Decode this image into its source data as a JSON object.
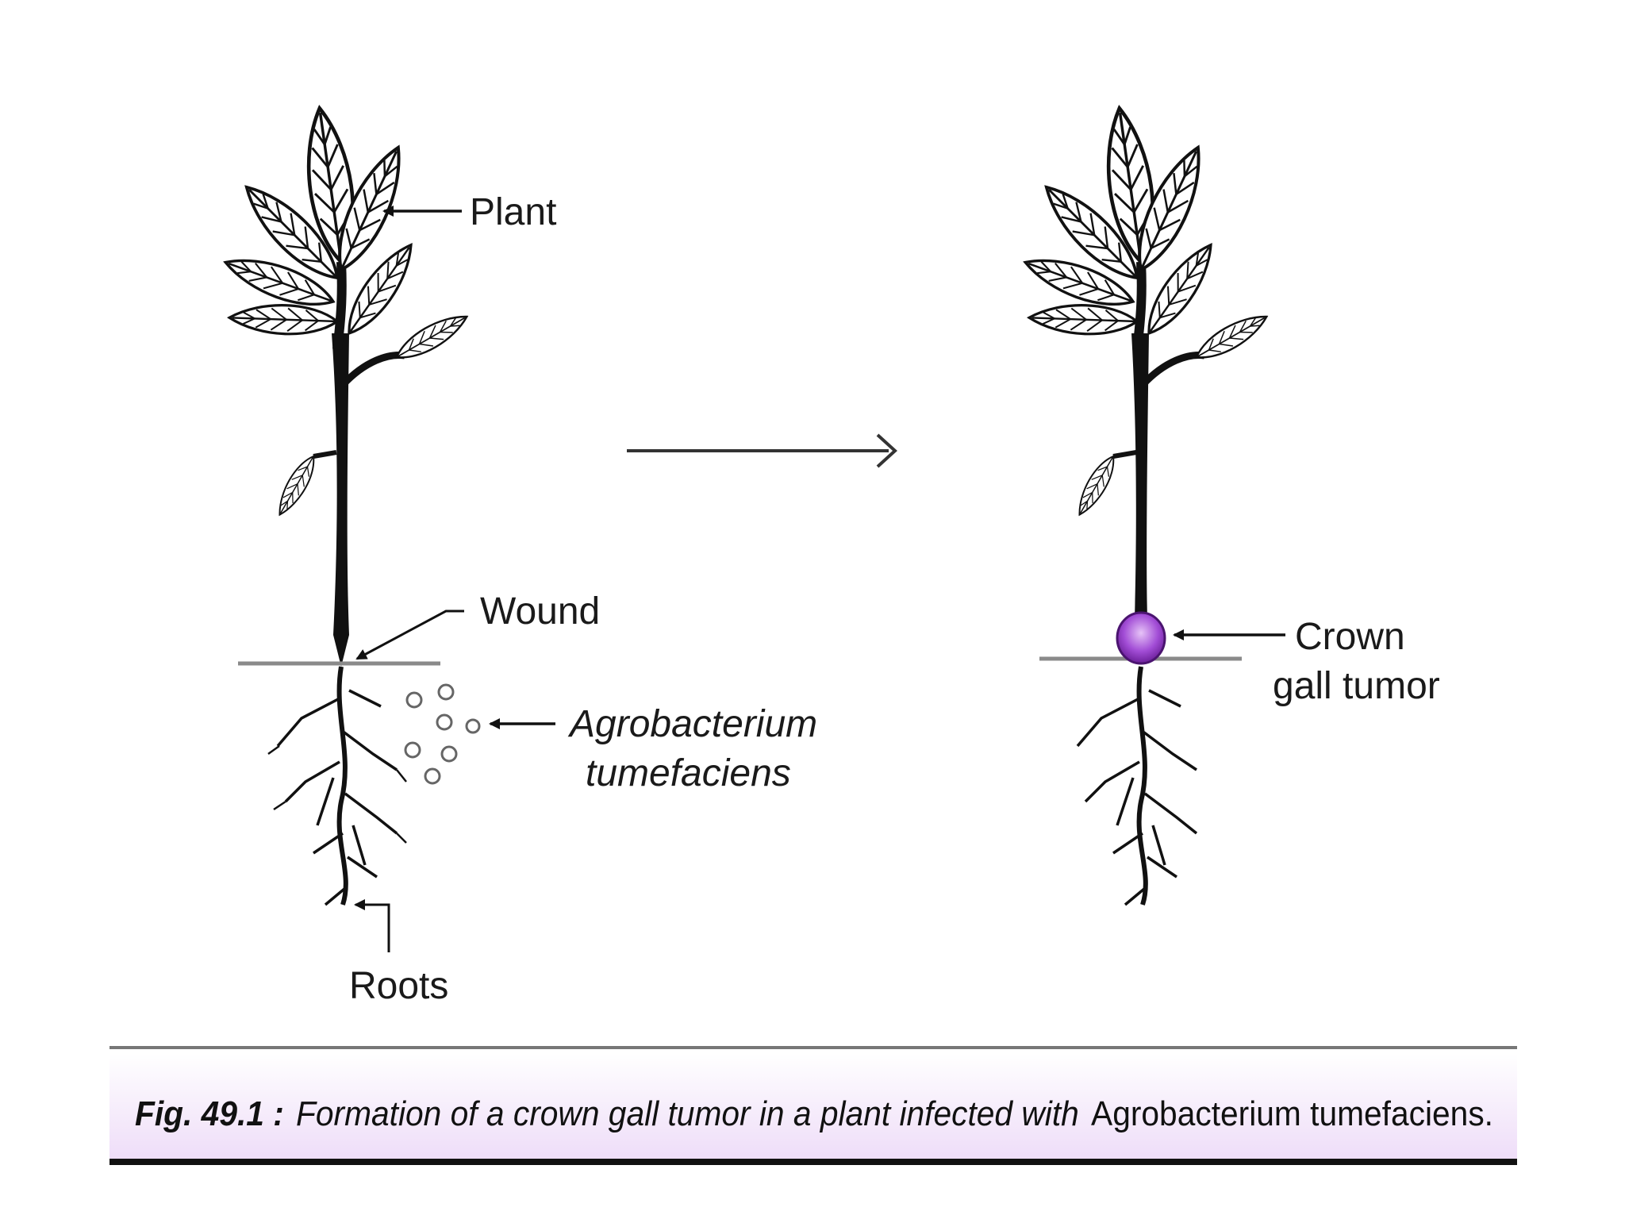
{
  "labels": {
    "plant": "Plant",
    "wound": "Wound",
    "agrobacterium_line1": "Agrobacterium",
    "agrobacterium_line2": "tumefaciens",
    "roots": "Roots",
    "crown_line1": "Crown",
    "crown_line2": "gall tumor"
  },
  "caption": {
    "fig_label": "Fig. 49.1 :",
    "text_italic": "Formation of a crown gall tumor in a plant infected with",
    "text_normal": "Agrobacterium tumefaciens."
  },
  "colors": {
    "ink": "#111111",
    "ground": "#8a8a8a",
    "tumor": "#a24dd6",
    "caption_band": "#f3e6fb"
  }
}
